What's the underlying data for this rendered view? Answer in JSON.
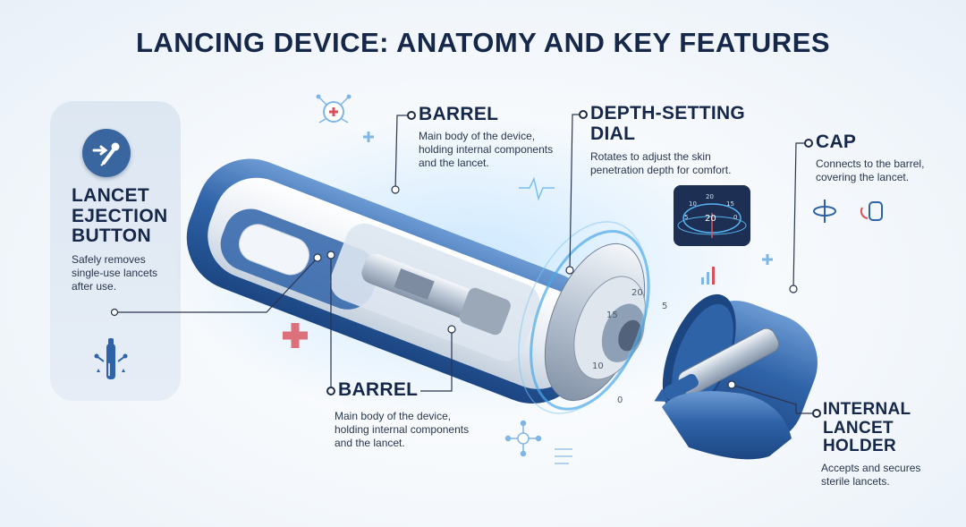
{
  "title": "LANCING DEVICE: ANATOMY AND KEY FEATURES",
  "callouts": {
    "ejection": {
      "heading": "LANCET\nEJECTION\nBUTTON",
      "desc": "Safely removes\nsingle-use lancets\nafter use."
    },
    "barrel_top": {
      "heading": "BARREL",
      "desc": "Main body of the device,\nholding internal components\nand the lancet."
    },
    "depth_dial": {
      "heading": "DEPTH-SETTING\nDIAL",
      "desc": "Rotates to adjust the skin\npenetration depth for comfort."
    },
    "cap": {
      "heading": "CAP",
      "desc": "Connects to the barrel,\ncovering the lancet."
    },
    "barrel_bottom": {
      "heading": "BARREL",
      "desc": "Main body of the device,\nholding internal components\nand the lancet."
    },
    "holder": {
      "heading": "INTERNAL\nLANCET\nHOLDER",
      "desc": "Accepts and secures\nsterile lancets."
    }
  },
  "dial_markings": [
    "20",
    "15",
    "10",
    "5",
    "0"
  ],
  "depth_badge": {
    "center_value": "20",
    "ticks": [
      "20",
      "10",
      "15",
      "5",
      "0"
    ]
  },
  "icons": [
    "eject-lancet-icon",
    "lancet-holder-icon",
    "molecule-plus-icon",
    "plus-icon",
    "medical-cross-icon",
    "rotate-arrow-icon",
    "rotate-cylinder-icon",
    "bar-graph-icon",
    "network-icon"
  ],
  "colors": {
    "primary_blue": "#2f63a8",
    "dark_navy": "#16284a",
    "light_panel": "#dde7f2",
    "accent_red": "#d9505b",
    "glow": "#4aa8e8"
  }
}
